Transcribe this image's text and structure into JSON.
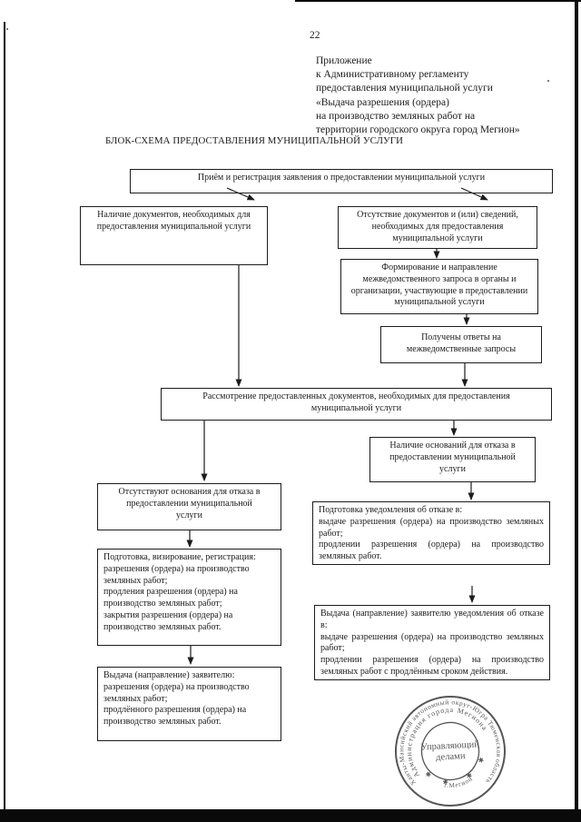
{
  "document": {
    "page_number": "22",
    "appendix": "Приложение\nк Административному регламенту\nпредоставления муниципальной услуги\n«Выдача разрешения (ордера)\nна производство земляных работ на\nтерритории городского округа город Мегион»",
    "title": "БЛОК-СХЕМА ПРЕДОСТАВЛЕНИЯ МУНИЦИПАЛЬНОЙ УСЛУГИ"
  },
  "flowchart": {
    "boxes": {
      "reception": "Приём и регистрация заявления о предоставлении муниципальной услуги",
      "docs_present": "Наличие документов, необходимых для\nпредоставления муниципальной услуги",
      "docs_absent": "Отсутствие документов и (или) сведений,\nнеобходимых для предоставления\nмуниципальной услуги",
      "interagency_request": "Формирование и направление\nмежведомственного запроса в органы и\nорганизации, участвующие в предоставлении\nмуниципальной услуги",
      "responses_received": "Получены ответы на\nмежведомственные запросы",
      "review": "Рассмотрение предоставленных документов, необходимых для предоставления\nмуниципальной услуги",
      "refusal_grounds": "Наличие оснований для отказа в\nпредоставлении муниципальной\nуслуги",
      "no_refusal_grounds": "Отсутствуют основания для отказа в\nпредоставлении муниципальной\nуслуги",
      "preparation": "Подготовка, визирование, регистрация:\nразрешения (ордера) на производство земляных работ;\nпродления разрешения (ордера) на производство земляных работ;\nзакрытия разрешения (ордера) на производство земляных работ.",
      "refusal_notice_preparation": "Подготовка уведомления об отказе в:\nвыдаче разрешения (ордера) на производство земляных работ;\nпродлении разрешения (ордера) на производство земляных работ.",
      "refusal_notice_issue": "Выдача (направление) заявителю уведомления об отказе в:\nвыдаче разрешения (ордера) на производство земляных работ;\nпродлении разрешения (ордера) на производство земляных работ с продлённым сроком действия.",
      "issue_to_applicant": "Выдача (направление) заявителю:\nразрешения (ордера) на производство земляных работ;\nпродлённого разрешения (ордера) на производство земляных работ."
    }
  },
  "stamp": {
    "outer_ring": "Ханты-Мансийский автономный округ-Югра Тюменская область",
    "inner_ring": "Администрация города Мегиона",
    "center_line1": "Управляющий",
    "center_line2": "делами",
    "bottom": "г.Мегион",
    "star": "✱",
    "ink_color": "#3f3f3f"
  },
  "colors": {
    "ink": "#1b1b1b",
    "paper": "#ffffff",
    "frame": "#0a0a0a"
  }
}
